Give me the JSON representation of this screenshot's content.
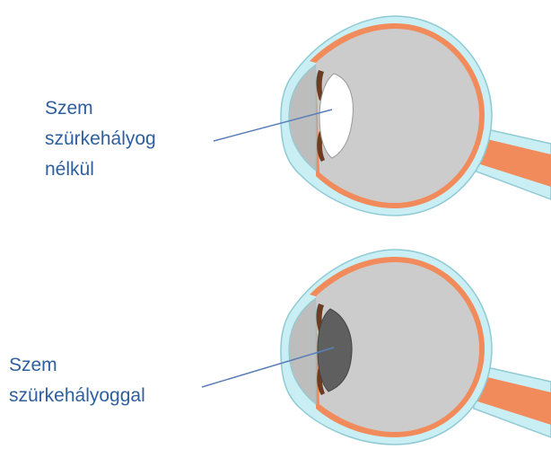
{
  "diagrams": [
    {
      "id": "without-cataract",
      "label_lines": [
        "Szem",
        "szürkehályog",
        "nélkül"
      ],
      "lens_state": "clear",
      "lens_color": "#ffffff"
    },
    {
      "id": "with-cataract",
      "label_lines": [
        "Szem",
        "szürkehályoggal"
      ],
      "lens_state": "cloudy",
      "lens_color": "#5f5f5f"
    }
  ],
  "colors": {
    "label_text": "#2e5f9e",
    "pointer_line": "#5a7fb8",
    "sclera": "#c9eef4",
    "sclera_edge": "#8fcad4",
    "choroid": "#f28b5b",
    "vitreous": "#cccccc",
    "iris": "#6b3b22",
    "optic_nerve": "#f28b5b"
  }
}
